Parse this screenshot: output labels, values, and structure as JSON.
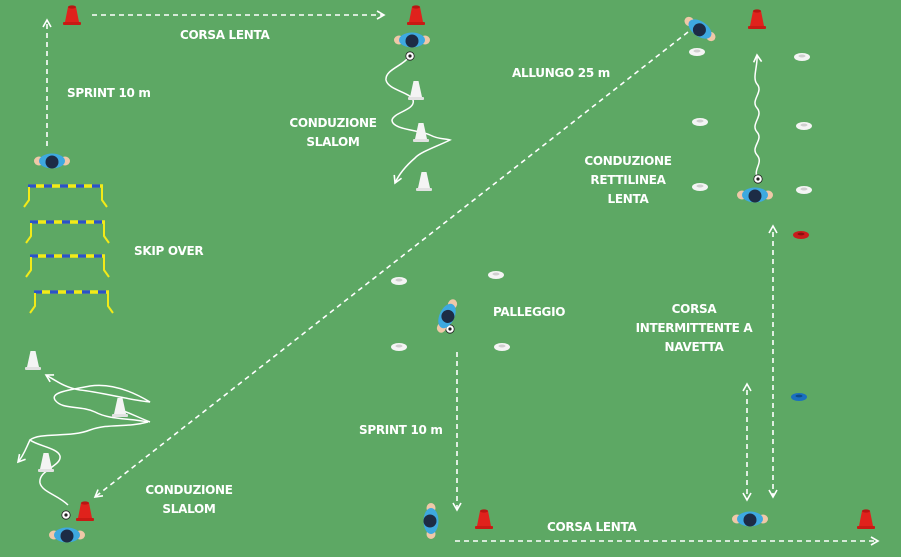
{
  "labels": {
    "corsa_lenta_top": "CORSA LENTA",
    "sprint_left": "SPRINT 10 m",
    "conduzione_slalom_top": [
      "CONDUZIONE",
      "SLALOM"
    ],
    "allungo": "ALLUNGO 25 m",
    "conduzione_rettilinea": [
      "CONDUZIONE",
      "RETTILINEA",
      "LENTA"
    ],
    "skip_over": "SKIP OVER",
    "palleggio": "PALLEGGIO",
    "corsa_intermittente": [
      "CORSA",
      "INTERMITTENTE A",
      "NAVETTA"
    ],
    "sprint_mid": "SPRINT 10 m",
    "conduzione_slalom_bottom": [
      "CONDUZIONE",
      "SLALOM"
    ],
    "corsa_lenta_bottom": "CORSA LENTA"
  },
  "colors": {
    "field": "#5da864",
    "cone_red": "#e0221c",
    "cone_white": "#f4f4f4",
    "hurdle_blue": "#2a54c8",
    "hurdle_yellow": "#f2ea18",
    "player_shirt": "#3ea9e0",
    "player_head": "#1d2c45",
    "disc_blue": "#1a6fc0",
    "disc_red": "#c91c1c"
  }
}
